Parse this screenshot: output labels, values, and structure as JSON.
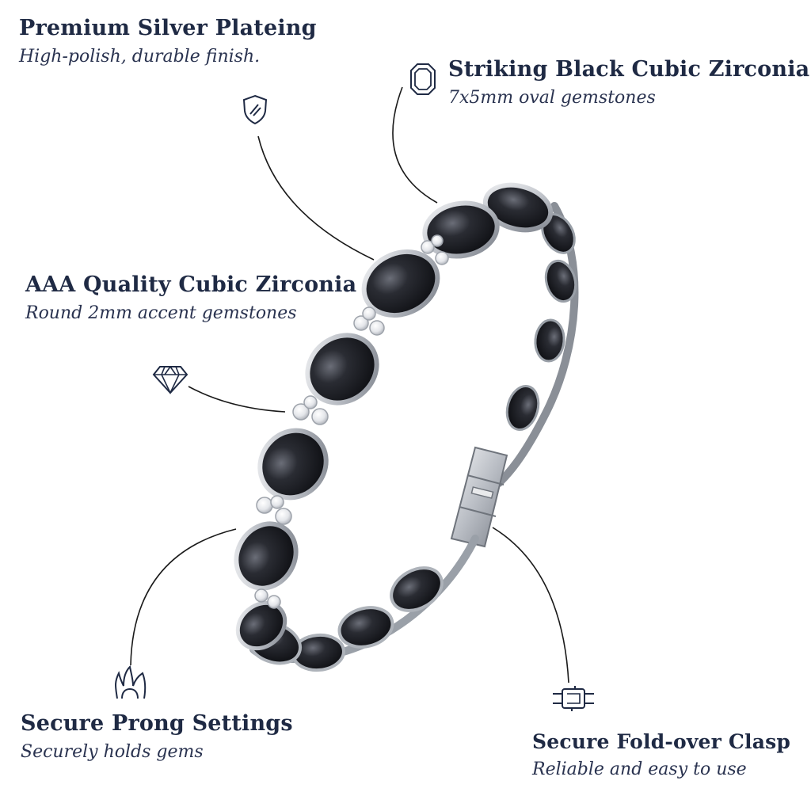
{
  "features": {
    "plating": {
      "title": "Premium Silver Plateing",
      "subtitle": "High-polish, durable finish.",
      "icon": "shield-icon"
    },
    "black_cz": {
      "title": "Striking Black Cubic Zirconia",
      "subtitle": "7x5mm oval gemstones",
      "icon": "octagon-gem-icon"
    },
    "aaa_cz": {
      "title": "AAA Quality Cubic Zirconia",
      "subtitle": "Round 2mm accent gemstones",
      "icon": "diamond-icon"
    },
    "prong": {
      "title": "Secure Prong Settings",
      "subtitle": "Securely holds gems",
      "icon": "prong-claw-icon"
    },
    "clasp": {
      "title": "Secure Fold-over Clasp",
      "subtitle": "Reliable and easy to use",
      "icon": "clasp-icon"
    }
  },
  "colors": {
    "text": "#1f2a44",
    "line": "#1a1a1a",
    "silver": "#c9ccd1",
    "gem": "#1c1d22"
  }
}
